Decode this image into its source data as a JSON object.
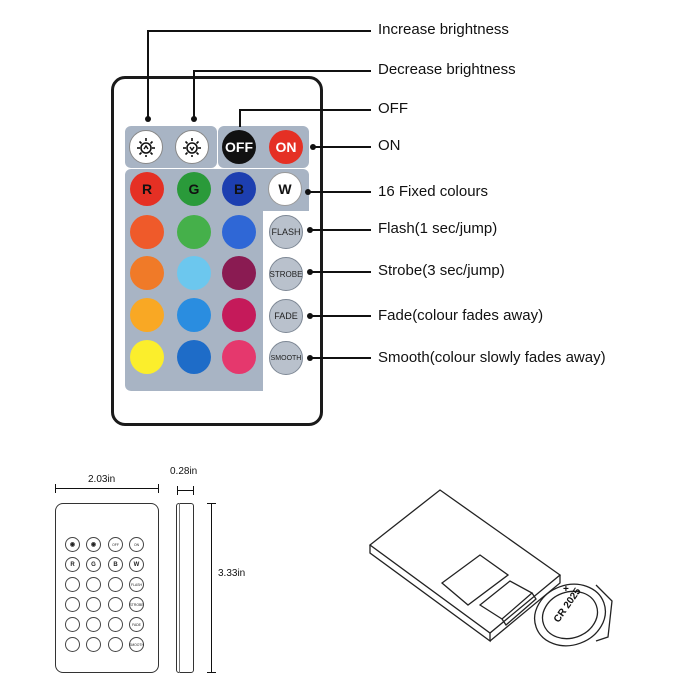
{
  "callouts": {
    "increase_brightness": "Increase brightness",
    "decrease_brightness": "Decrease brightness",
    "off": "OFF",
    "on": "ON",
    "fixed_colours": "16 Fixed colours",
    "flash": "Flash(1 sec/jump)",
    "strobe": "Strobe(3 sec/jump)",
    "fade": "Fade(colour fades away)",
    "smooth": "Smooth(colour slowly fades away)"
  },
  "remote": {
    "off_label": "OFF",
    "on_label": "ON",
    "r_label": "R",
    "g_label": "G",
    "b_label": "B",
    "w_label": "W",
    "flash_label": "FLASH",
    "strobe_label": "STROBE",
    "fade_label": "FADE",
    "smooth_label": "SMOOTH",
    "colors": {
      "row1": [
        "#e53024",
        "#2a9a3a",
        "#1d3fb0",
        "#ffffff"
      ],
      "row2": [
        "#ef5a2a",
        "#45b04a",
        "#2f67d6"
      ],
      "row3": [
        "#f07a28",
        "#6cc7ee",
        "#8a1b52"
      ],
      "row4": [
        "#f9a824",
        "#2a8de0",
        "#c51a5a"
      ],
      "row5": [
        "#fbee2c",
        "#1e6cc8",
        "#e5386d"
      ]
    }
  },
  "dimensions": {
    "width": "2.03in",
    "depth": "0.28in",
    "height": "3.33in",
    "battery": "CR 2025"
  }
}
